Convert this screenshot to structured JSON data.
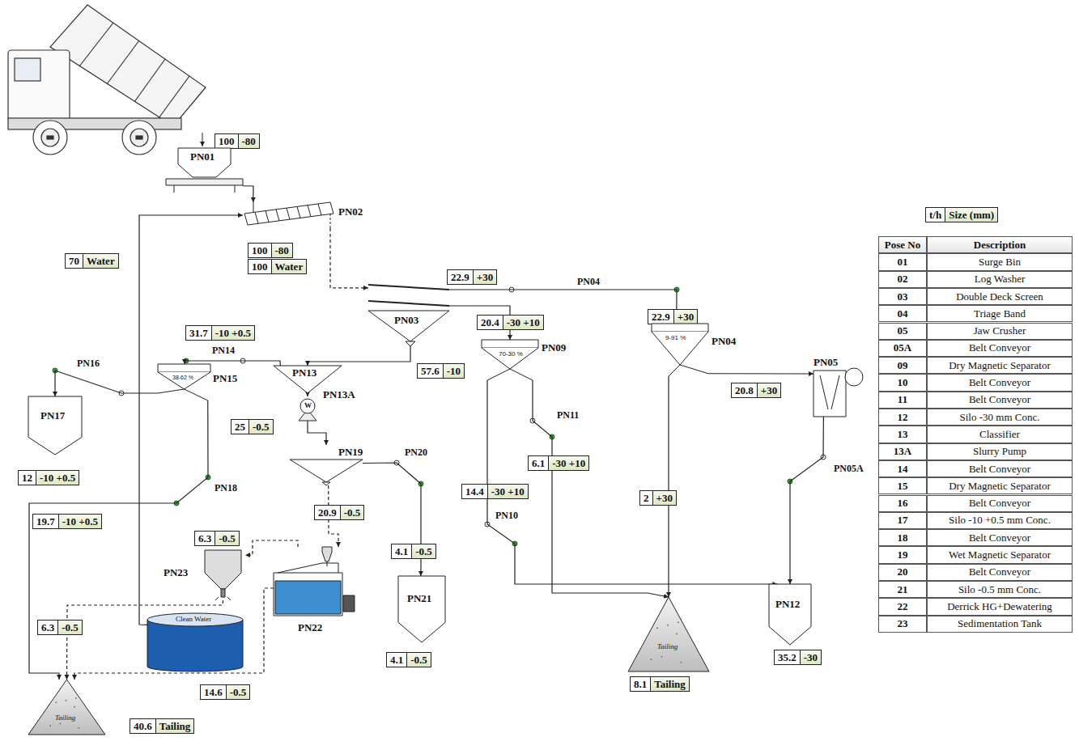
{
  "diagram": {
    "nodes": [
      {
        "text": [
          "100",
          "-80"
        ]
      },
      {
        "text": [
          "PN01"
        ]
      },
      {
        "text": [
          "PN02"
        ]
      },
      {
        "text": [
          "100",
          "-80"
        ]
      },
      {
        "text": [
          "100",
          "Water"
        ]
      },
      {
        "text": [
          "70",
          "Water"
        ]
      },
      {
        "text": [
          "22.9",
          "+30"
        ]
      },
      {
        "text": [
          "PN03"
        ]
      },
      {
        "text": [
          "20.4",
          "-30 +10"
        ]
      },
      {
        "text": [
          "22.9",
          "+30"
        ]
      },
      {
        "text": [
          "31.7",
          "-10 +0.5"
        ]
      },
      {
        "text": [
          "PN09"
        ]
      },
      {
        "text": [
          "PN04"
        ]
      },
      {
        "text": [
          "PN05"
        ]
      },
      {
        "text": [
          "PN15"
        ]
      },
      {
        "text": [
          "PN13"
        ]
      },
      {
        "text": [
          "57.6",
          "-10"
        ]
      },
      {
        "text": [
          "20.8",
          "+30"
        ]
      },
      {
        "text": [
          "PN13A",
          "W"
        ]
      },
      {
        "text": [
          "25",
          "-0.5"
        ]
      },
      {
        "text": [
          "PN17"
        ]
      },
      {
        "text": [
          "PN19"
        ]
      },
      {
        "text": [
          "12",
          "-10 +0.5"
        ]
      },
      {
        "text": [
          "6.1",
          "-30 +10"
        ]
      },
      {
        "text": [
          "14.4",
          "-30 +10"
        ]
      },
      {
        "text": [
          "2",
          "+30"
        ]
      },
      {
        "text": [
          "20.9",
          "-0.5"
        ]
      },
      {
        "text": [
          "19.7",
          "-10 +0.5"
        ]
      },
      {
        "text": [
          "6.3",
          "-0.5"
        ]
      },
      {
        "text": [
          "PN23"
        ]
      },
      {
        "text": [
          "4.1",
          "-0.5"
        ]
      },
      {
        "text": [
          "PN22"
        ]
      },
      {
        "text": [
          "PN21"
        ]
      },
      {
        "text": [
          "PN12"
        ]
      },
      {
        "text": [
          "Tailing"
        ]
      },
      {
        "text": [
          "Clean Water"
        ]
      },
      {
        "text": [
          "6.3",
          "-0.5"
        ]
      },
      {
        "text": [
          "4.1",
          "-0.5"
        ]
      },
      {
        "text": [
          "35.2",
          "-30"
        ]
      },
      {
        "text": [
          "8.1",
          "Tailing"
        ]
      },
      {
        "text": [
          "14.6",
          "-0.5"
        ]
      },
      {
        "text": [
          "Tailing"
        ]
      },
      {
        "text": [
          "40.6",
          "Tailing"
        ]
      },
      {
        "text": [
          "t/h",
          "Size (mm)"
        ]
      }
    ],
    "edges": [
      {
        "from": 1,
        "to": 2,
        "arrow": "to"
      },
      {
        "from": 35,
        "to": 2,
        "arrow": "to"
      },
      {
        "from": 2,
        "to": 7,
        "arrow": "to"
      },
      {
        "from": 7,
        "to": 12,
        "arrow": "to"
      },
      {
        "from": 7,
        "to": 11,
        "arrow": "to"
      },
      {
        "from": 7,
        "to": 15,
        "arrow": "to"
      },
      {
        "from": 15,
        "to": 14,
        "arrow": "to"
      },
      {
        "from": 15,
        "to": 18,
        "arrow": "to"
      },
      {
        "from": 14,
        "to": 20,
        "arrow": "to"
      },
      {
        "from": 14,
        "to": 41,
        "arrow": "to"
      },
      {
        "from": 18,
        "to": 21,
        "arrow": "to"
      },
      {
        "from": 21,
        "to": 32,
        "arrow": "to"
      },
      {
        "from": 21,
        "to": 31,
        "arrow": "to"
      },
      {
        "from": 31,
        "to": 29,
        "arrow": "to"
      },
      {
        "from": 29,
        "to": 41,
        "arrow": "to"
      },
      {
        "from": 31,
        "to": 41,
        "arrow": "to"
      },
      {
        "from": 12,
        "to": 13,
        "arrow": "to"
      },
      {
        "from": 12,
        "to": 34,
        "arrow": "to"
      },
      {
        "from": 13,
        "to": 33,
        "arrow": "to"
      },
      {
        "from": 11,
        "to": 33,
        "arrow": "to"
      },
      {
        "from": 11,
        "to": 34,
        "arrow": "to"
      }
    ],
    "labels": [
      "PN04",
      "PN14",
      "PN16",
      "PN18",
      "PN20",
      "PN11",
      "PN10",
      "PN05A",
      "70-30 %",
      "9-91 %",
      "38-62 %",
      "Pose No",
      "Description",
      "01",
      "Surge Bin",
      "02",
      "Log Washer",
      "03",
      "Double Deck Screen",
      "04",
      "Triage Band",
      "05",
      "Jaw Crusher",
      "05A",
      "Belt Conveyor",
      "09",
      "Dry Magnetic Separator",
      "10",
      "Belt Conveyor",
      "11",
      "Belt Conveyor",
      "12",
      "Silo -30 mm Conc.",
      "13",
      "Classifier",
      "13A",
      "Slurry Pump",
      "14",
      "Belt Conveyor",
      "15",
      "Dry Magnetic Separator",
      "16",
      "Belt Conveyor",
      "17",
      "Silo -10 +0.5 mm Conc.",
      "18",
      "Belt Conveyor",
      "19",
      "Wet Magnetic Separator",
      "20",
      "Belt Conveyor",
      "21",
      "Silo -0.5 mm Conc.",
      "22",
      "Derrick HG+Dewatering",
      "23",
      "Sedimentation Tank"
    ]
  }
}
